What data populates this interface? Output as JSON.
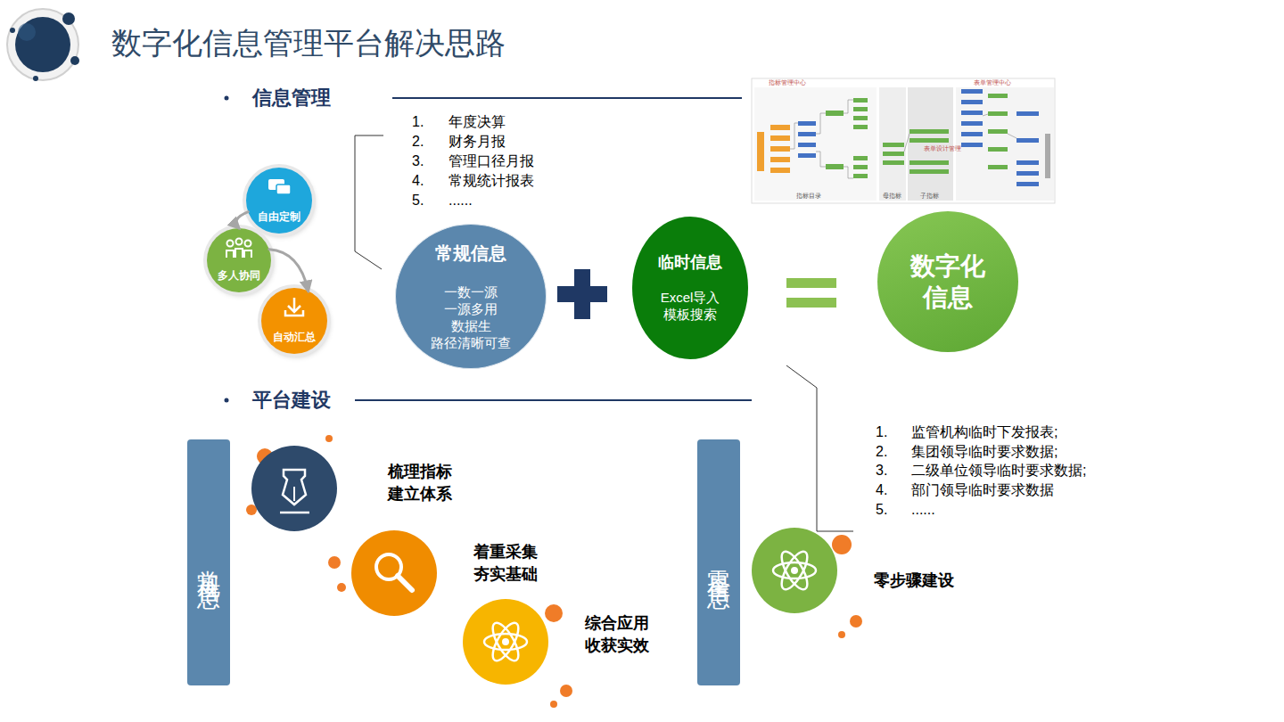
{
  "diagram": {
    "title": "数字化信息管理平台解决思路",
    "nodes": [
      {
        "text": [
          "自由定制"
        ]
      },
      {
        "text": [
          "多人协同"
        ]
      },
      {
        "text": [
          "自动汇总"
        ]
      },
      {
        "text": [
          "常规信息",
          "一数一源",
          "一源多用",
          "数据生",
          "路径清晰可查"
        ]
      },
      {
        "text": [
          "临时信息",
          "Excel导入",
          "模板搜索"
        ]
      },
      {
        "text": [
          "数字化 信息"
        ]
      },
      {
        "text": [
          "常规信息"
        ]
      },
      {
        "text": [
          "零星信息"
        ]
      }
    ],
    "edges": [
      {
        "from": 0,
        "to": 1,
        "arrow": "to"
      },
      {
        "from": 1,
        "to": 2,
        "arrow": "to"
      }
    ],
    "labels": [
      "信息管理",
      "1.",
      "年度决算",
      "2.",
      "财务月报",
      "3.",
      "管理口径月报",
      "4.",
      "常规统计报表",
      "5.",
      "......",
      "指标管理中心",
      "表单管理中心",
      "指标目录",
      "母指标",
      "子指标",
      "表单设计管理",
      "平台建设",
      "1.",
      "监管机构临时下发报表;",
      "2.",
      "集团领导临时要求数据;",
      "3.",
      "二级单位领导临时要求数据;",
      "4.",
      "部门领导临时要求数据",
      "5.",
      "......",
      "梳理指标 建立体系",
      "着重采集 夯实基础",
      "综合应用 收获实效",
      "零步骤建设"
    ]
  }
}
